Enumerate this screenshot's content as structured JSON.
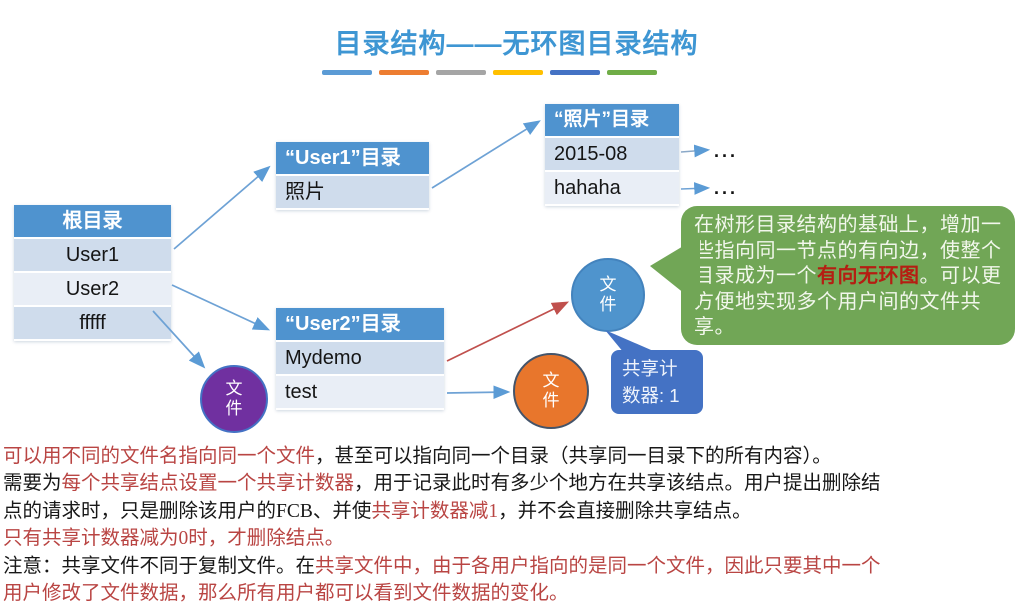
{
  "title": "目录结构——无环图目录结构",
  "accent_bars": [
    "#5b9bd5",
    "#ed7d31",
    "#a5a5a5",
    "#ffc000",
    "#4472c4",
    "#70ad47"
  ],
  "colors": {
    "title": "#3e96d3",
    "table_header": "#4f93cf",
    "arrow_blue": "#6ea2d5",
    "arrow_red": "#c0504d",
    "bubble_green": "#71a656",
    "callout_blue": "#4472c4",
    "note_red": "#b94543"
  },
  "diagram": {
    "root_table": {
      "header": "根目录",
      "rows": [
        "User1",
        "User2",
        "fffff"
      ]
    },
    "user1_table": {
      "header": "“User1”目录",
      "rows": [
        "照片"
      ]
    },
    "photo_table": {
      "header": "“照片”目录",
      "rows": [
        "2015-08",
        "hahaha"
      ]
    },
    "user2_table": {
      "header": "“User2”目录",
      "rows": [
        "Mydemo",
        "test"
      ]
    },
    "file_circles": [
      {
        "label": "文件",
        "color": "#7030a0"
      },
      {
        "label": "文件",
        "color": "#4f94cd"
      },
      {
        "label": "文件",
        "color": "#e8762c"
      }
    ],
    "share_counter": {
      "line1": "共享计",
      "line2": "数器: 1"
    },
    "ellipsis_top": "...",
    "ellipsis_bottom": "...",
    "bubble": {
      "segments": [
        {
          "t": "在树形目录结构的基础上，增加一些指向同一节点的有向边，使整个目录成为一个",
          "red": false
        },
        {
          "t": "有向无环图",
          "red": true
        },
        {
          "t": "。可以更方便地实现多个用户间的文件共享。",
          "red": false
        }
      ]
    }
  },
  "notes": {
    "lines": [
      [
        {
          "t": "可以用不同的文件名指向同一个文件",
          "red": true
        },
        {
          "t": "，甚至可以指向同一个目录（共享同一目录下的所有内容）。",
          "red": false
        }
      ],
      [
        {
          "t": "需要为",
          "red": false
        },
        {
          "t": "每个共享结点设置一个共享计数器",
          "red": true
        },
        {
          "t": "，用于记录此时有多少个地方在共享该结点。用户提出删除结",
          "red": false
        }
      ],
      [
        {
          "t": "点的请求时，只是删除该用户的FCB、并使",
          "red": false
        },
        {
          "t": "共享计数器减1",
          "red": true
        },
        {
          "t": "，并不会直接删除共享结点。",
          "red": false
        }
      ],
      [
        {
          "t": "只有共享计数器减为0时，才删除结点。",
          "red": true
        }
      ],
      [
        {
          "t": "注意：共享文件不同于复制文件。在",
          "red": false
        },
        {
          "t": "共享文件中，由于各用户指向的是同一个文件，因此只要其中一个",
          "red": true
        }
      ],
      [
        {
          "t": "用户修改了文件数据，那么所有用户都可以看到文件数据的变化。",
          "red": true
        }
      ]
    ]
  }
}
